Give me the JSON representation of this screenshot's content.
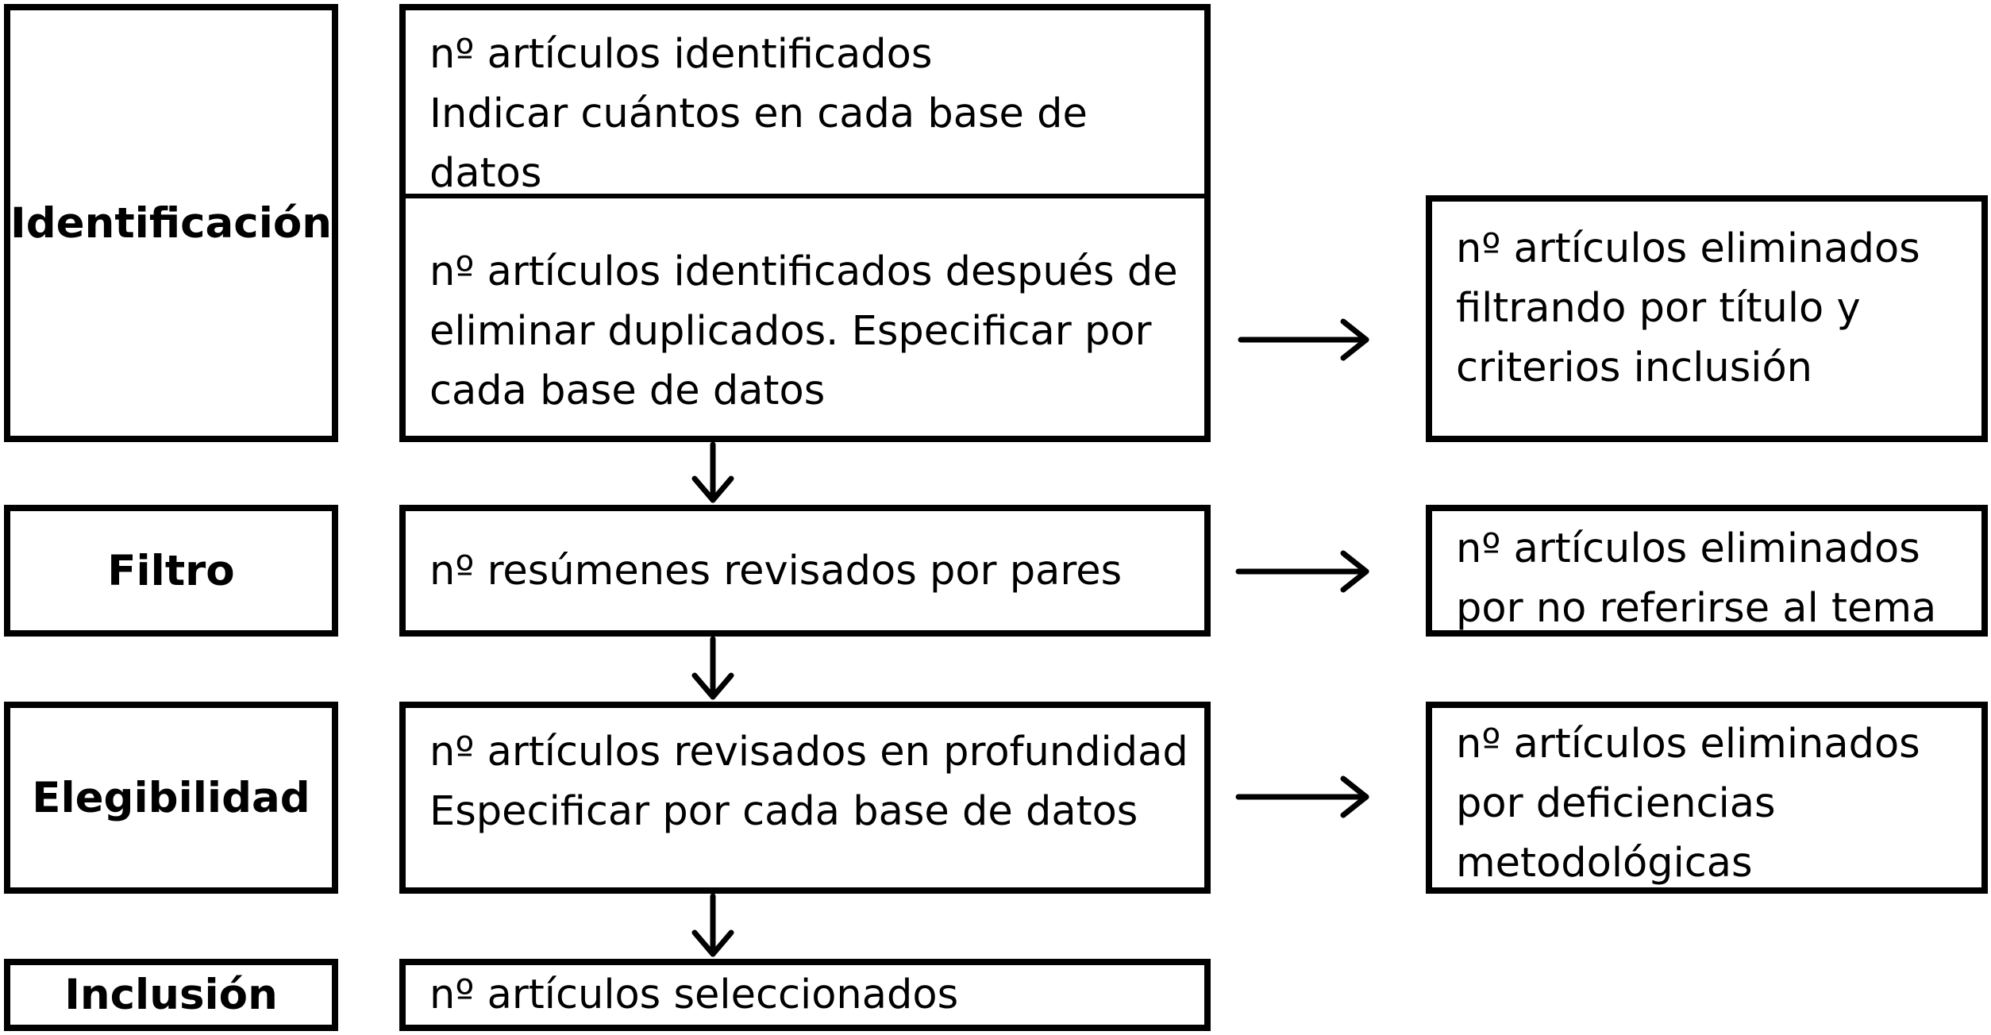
{
  "stages": {
    "identificacion": "Identificación",
    "filtro": "Filtro",
    "elegibilidad": "Elegibilidad",
    "inclusion": "Inclusión"
  },
  "main": {
    "identified": [
      "nº artículos identificados",
      "Indicar cuántos en cada base de",
      "datos"
    ],
    "after_duplicates": [
      "nº artículos identificados después de",
      "eliminar duplicados. Especificar por",
      "cada base de datos"
    ],
    "abstracts": [
      "nº resúmenes revisados por pares"
    ],
    "in_depth": [
      "nº artículos revisados en profundidad",
      "Especificar por cada base de datos"
    ],
    "selected": [
      "nº artículos seleccionados"
    ]
  },
  "excluded": {
    "title_criteria": [
      "nº artículos eliminados",
      "filtrando por título y",
      "criterios inclusión"
    ],
    "off_topic": [
      "nº artículos eliminados",
      "por no referirse al tema"
    ],
    "methodology": [
      "nº artículos eliminados",
      "por deficiencias",
      "metodológicas"
    ]
  }
}
